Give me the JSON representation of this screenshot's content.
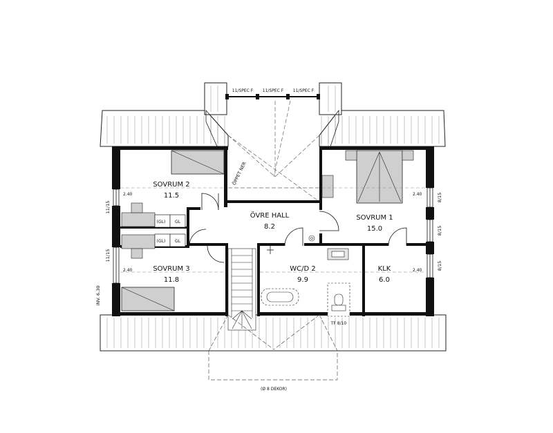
{
  "rooms": {
    "sovrum2": {
      "name": "SOVRUM 2",
      "area": "11.5",
      "height": "2.40"
    },
    "sovrum3": {
      "name": "SOVRUM 3",
      "area": "11.8",
      "height": "2.40"
    },
    "ovre_hall": {
      "name": "ÖVRE HALL",
      "area": "8.2"
    },
    "sovrum1": {
      "name": "SOVRUM 1",
      "area": "15.0",
      "height": "2.40"
    },
    "wcd2": {
      "name": "WC/D 2",
      "area": "9.9"
    },
    "klk": {
      "name": "KLK",
      "area": "6.0",
      "height": "2.40"
    }
  },
  "windows": {
    "top": [
      "11/SPEC F",
      "11/SPEC F",
      "11/SPEC F"
    ],
    "left_upper": "11/15",
    "left_lower": "11/15",
    "right_1": "8/15",
    "right_2": "8/15",
    "right_3": "8/15"
  },
  "annotations": {
    "opening": "ÖPPET NER",
    "inv": "INV. 6,30",
    "tf": "TF 8/10",
    "decor": "(Ø 8 DEKOR)"
  },
  "fixtures": {
    "gl_upper_left": "(GL)",
    "gl_upper_right": "GL",
    "gl_lower_left": "(GL)",
    "gl_lower_right": "GL"
  }
}
